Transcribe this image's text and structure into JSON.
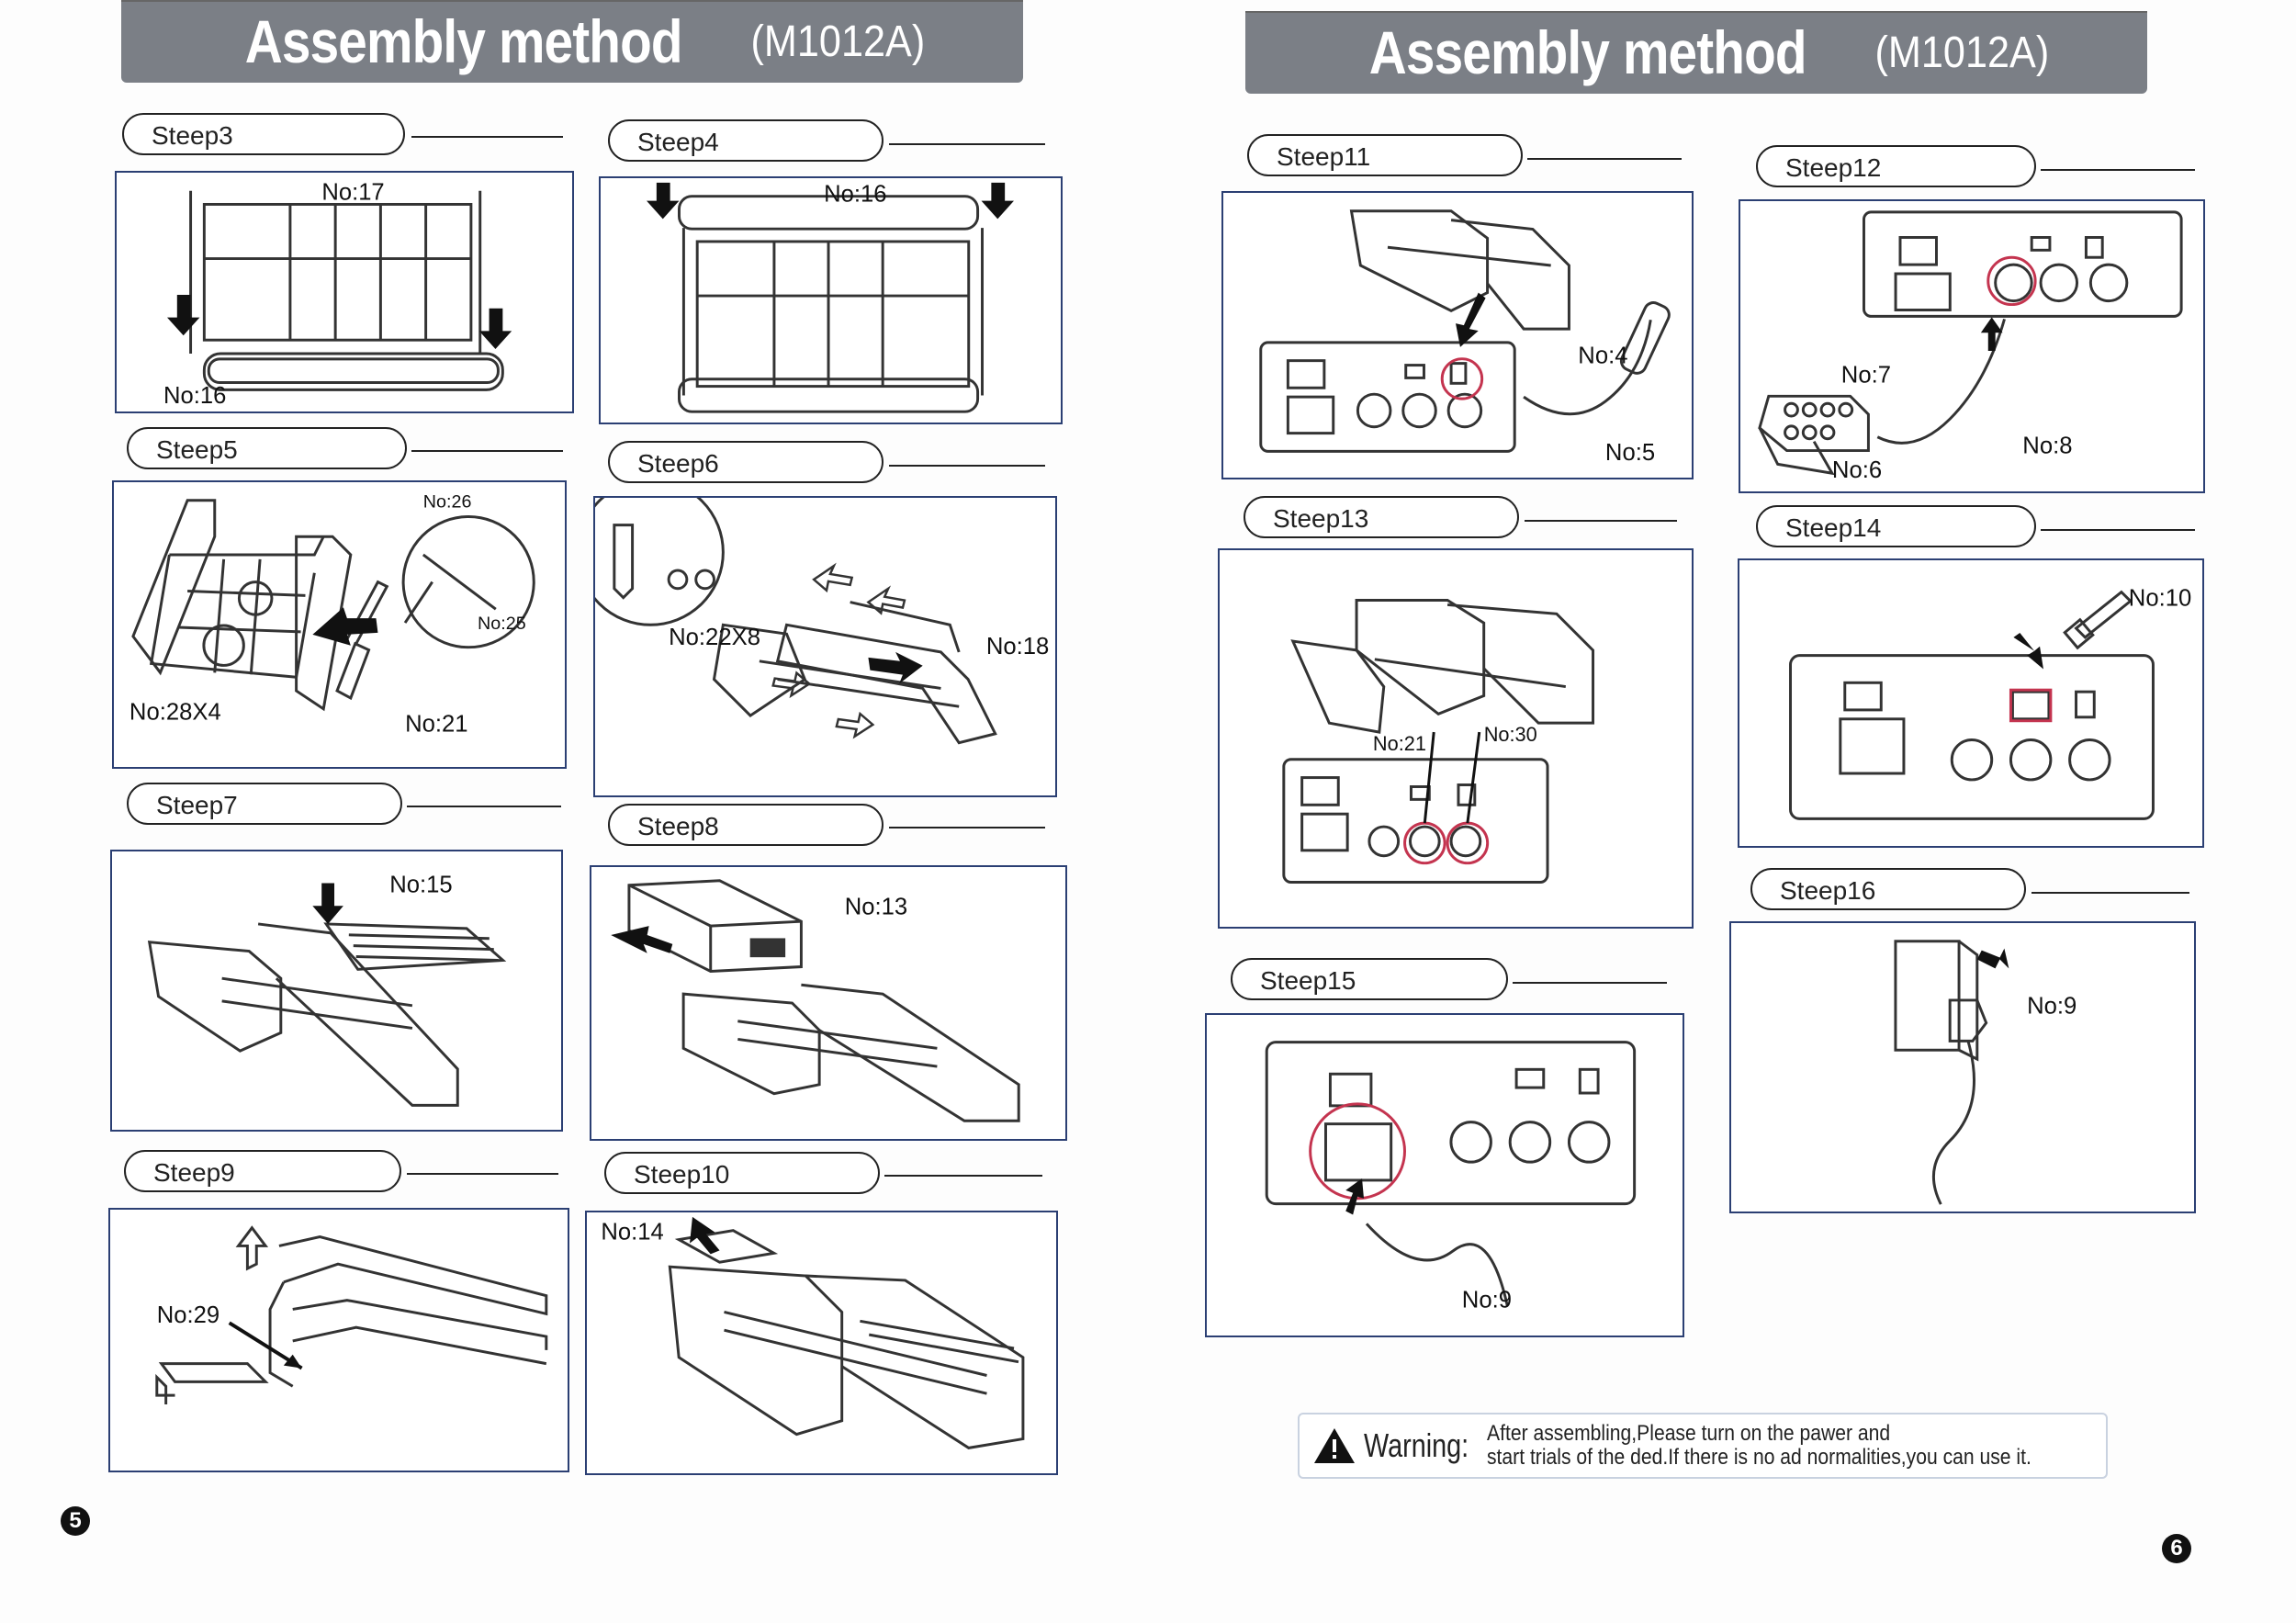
{
  "header": {
    "title": "Assembly method",
    "model": "(M1012A)"
  },
  "left": {
    "page_number": "5",
    "steps": [
      {
        "title": "Steep3",
        "labels": [
          "No:17",
          "No:16"
        ]
      },
      {
        "title": "Steep4",
        "labels": [
          "No:16"
        ]
      },
      {
        "title": "Steep5",
        "labels": [
          "No:26",
          "No:25",
          "No:28X4",
          "No:21"
        ]
      },
      {
        "title": "Steep6",
        "labels": [
          "No:22X8",
          "No:18"
        ]
      },
      {
        "title": "Steep7",
        "labels": [
          "No:15"
        ]
      },
      {
        "title": "Steep8",
        "labels": [
          "No:13"
        ]
      },
      {
        "title": "Steep9",
        "labels": [
          "No:29"
        ]
      },
      {
        "title": "Steep10",
        "labels": [
          "No:14"
        ]
      }
    ]
  },
  "right": {
    "page_number": "6",
    "steps": [
      {
        "title": "Steep11",
        "labels": [
          "No:4",
          "No:5"
        ]
      },
      {
        "title": "Steep12",
        "labels": [
          "No:7",
          "No:8",
          "No:6"
        ]
      },
      {
        "title": "Steep13",
        "labels": [
          "No:21",
          "No:30"
        ]
      },
      {
        "title": "Steep14",
        "labels": [
          "No:10"
        ]
      },
      {
        "title": "Steep15",
        "labels": [
          "No:9"
        ]
      },
      {
        "title": "Steep16",
        "labels": [
          "No:9"
        ]
      }
    ],
    "warning": {
      "label": "Warning:",
      "line1": "After assembling,Please turn on the pawer and",
      "line2": "start trials of the ded.If there is no ad normalities,you can use it."
    }
  }
}
